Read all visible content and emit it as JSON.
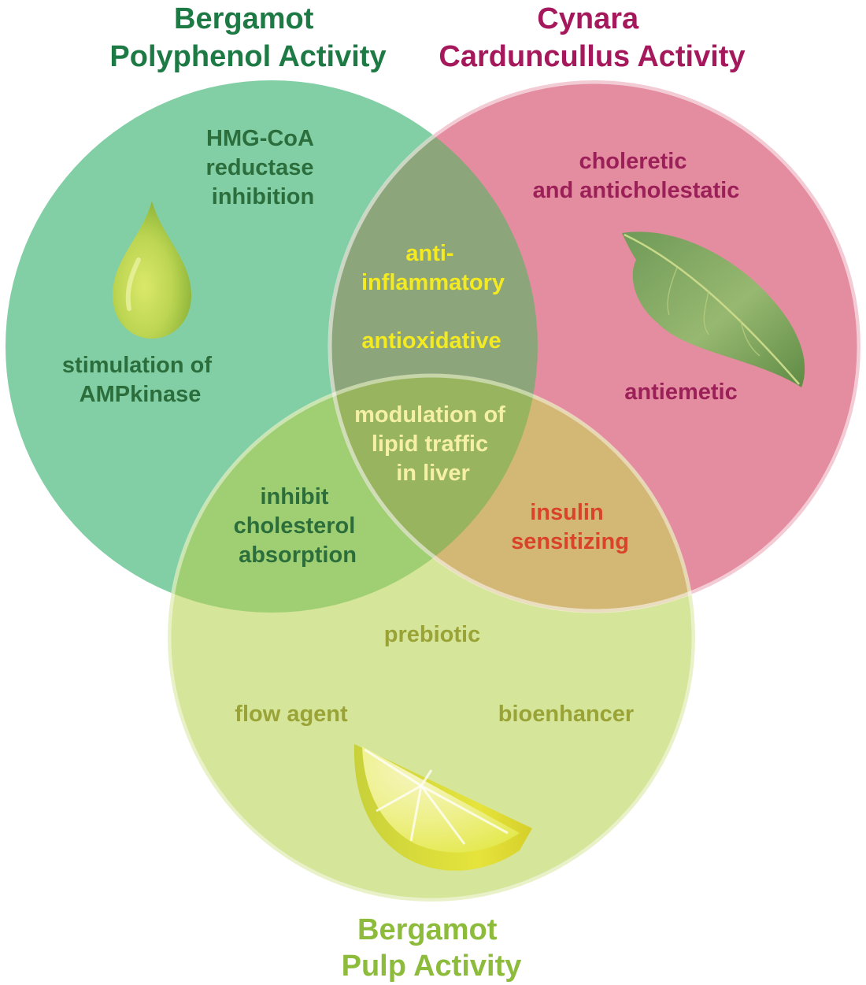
{
  "titles": {
    "bergamot_polyphenol": [
      "Bergamot",
      "Polyphenol Activity"
    ],
    "cynara": [
      "Cynara",
      "Carduncullus Activity"
    ],
    "bergamot_pulp": [
      "Bergamot",
      "Pulp Activity"
    ]
  },
  "labels": {
    "hmg": [
      "HMG-CoA",
      "reductase",
      "inhibition"
    ],
    "ampk": [
      "stimulation of",
      "AMPkinase"
    ],
    "choleretic": [
      "choleretic",
      "and anticholestatic"
    ],
    "antiemetic": [
      "antiemetic"
    ],
    "anti_inflammatory": [
      "anti-",
      "inflammatory"
    ],
    "antioxidative": [
      "antioxidative"
    ],
    "lipid": [
      "modulation of",
      "lipid traffic",
      "in liver"
    ],
    "inhibit_chol": [
      "inhibit",
      "cholesterol",
      "absorption"
    ],
    "insulin": [
      "insulin",
      "sensitizing"
    ],
    "prebiotic": [
      "prebiotic"
    ],
    "flow_agent": [
      "flow agent"
    ],
    "bioenhancer": [
      "bioenhancer"
    ]
  },
  "colors": {
    "green_title": "#1e7a45",
    "magenta_title": "#a5195c",
    "pulp_title": "#8dbb3b",
    "green_circle": "#82cfa6",
    "pink_circle": "#e48ca0",
    "pulp_circle": "#d5e59a",
    "dark_green_text": "#2b6e3c",
    "magenta_text": "#9b2058",
    "yellow_text": "#f3ea22",
    "pale_yellow_text": "#f5f0a5",
    "red_text": "#d8432a",
    "olive_text": "#9aa335"
  },
  "icons": [
    "droplet-icon",
    "artichoke-leaf-icon",
    "bergamot-slice-icon"
  ]
}
